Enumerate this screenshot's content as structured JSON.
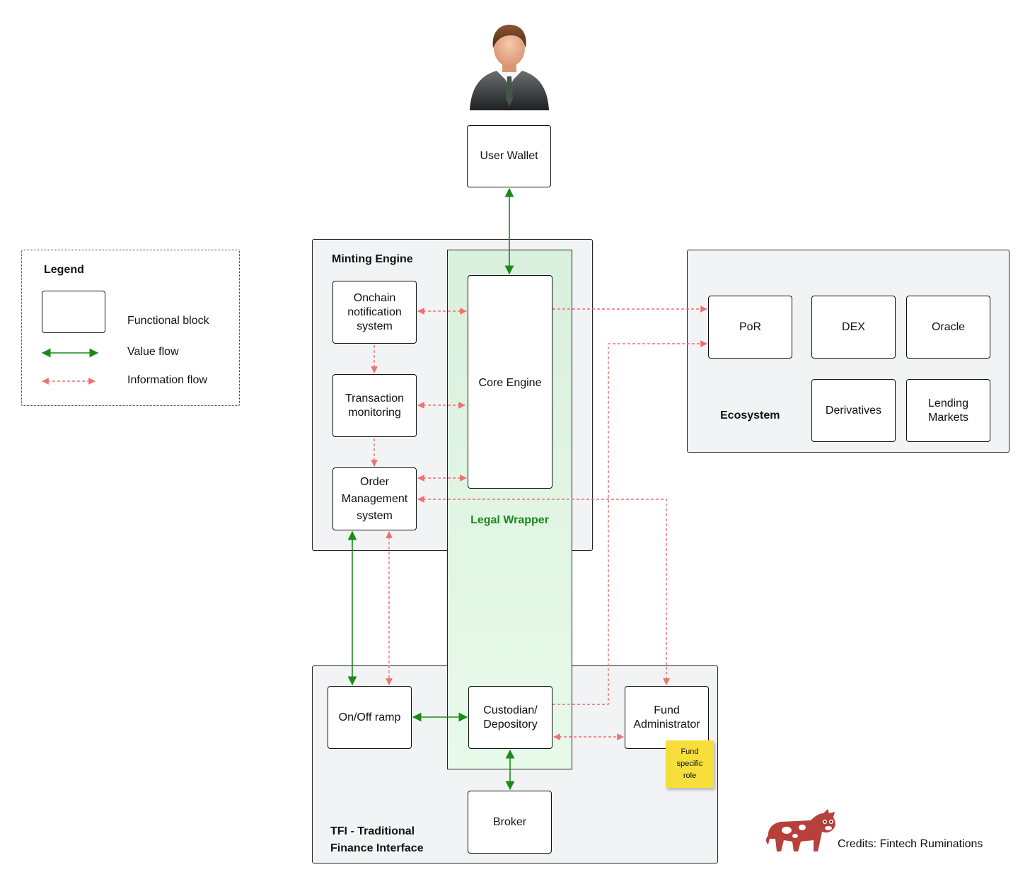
{
  "legend": {
    "title": "Legend",
    "functional_block": "Functional block",
    "value_flow": "Value flow",
    "information_flow": "Information flow"
  },
  "colors": {
    "value_flow": "#1a8a1a",
    "information_flow": "#f07070",
    "legal_wrapper_text": "#1a8a1a",
    "sticky_note": "#f6df3a",
    "cow": "#b8403a"
  },
  "user_wallet": "User Wallet",
  "minting_engine": {
    "title": "Minting Engine",
    "onchain_notification": "Onchain notification system",
    "transaction_monitoring": "Transaction monitoring",
    "order_management": "Order Management system"
  },
  "legal_wrapper": {
    "title": "Legal Wrapper",
    "core_engine": "Core Engine"
  },
  "ecosystem": {
    "title": "Ecosystem",
    "por": "PoR",
    "dex": "DEX",
    "oracle": "Oracle",
    "derivatives": "Derivatives",
    "lending_markets": "Lending Markets"
  },
  "tfi": {
    "title_line1": "TFI - Traditional",
    "title_line2": "Finance Interface",
    "on_off_ramp": "On/Off ramp",
    "custodian": "Custodian/ Depository",
    "fund_administrator": "Fund Administrator",
    "broker": "Broker",
    "sticky_note": "Fund specific role"
  },
  "credits": "Credits: Fintech Ruminations"
}
